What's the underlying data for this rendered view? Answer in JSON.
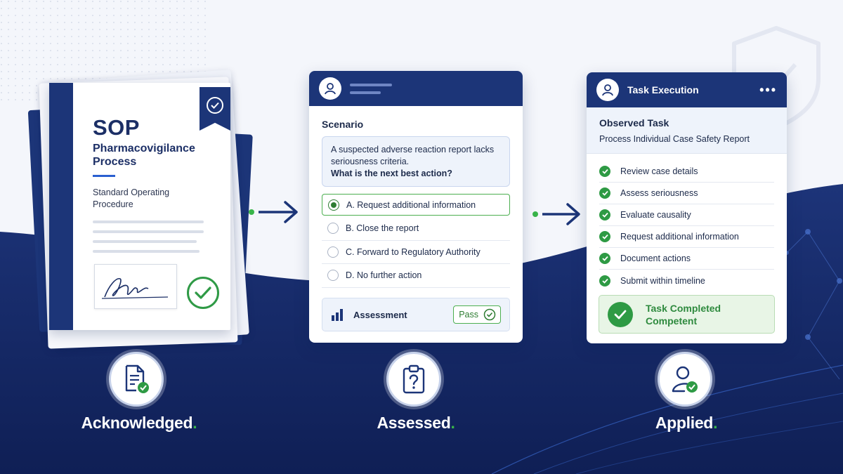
{
  "sop_document": {
    "title": "SOP",
    "subtitle": "Pharmacovigilance Process",
    "description": "Standard Operating Procedure"
  },
  "scenario_card": {
    "section_label": "Scenario",
    "scenario_text": "A suspected adverse reaction report lacks seriousness criteria.",
    "question": "What is the next best action?",
    "options": [
      {
        "label": "A. Request additional information",
        "selected": true
      },
      {
        "label": "B. Close the report",
        "selected": false
      },
      {
        "label": "C. Forward to Regulatory Authority",
        "selected": false
      },
      {
        "label": "D. No further action",
        "selected": false
      }
    ],
    "assessment_label": "Assessment",
    "result_badge": "Pass"
  },
  "task_card": {
    "header_title": "Task Execution",
    "observed_label": "Observed Task",
    "observed_value": "Process Individual Case Safety Report",
    "checklist": [
      "Review case details",
      "Assess seriousness",
      "Evaluate causality",
      "Request additional information",
      "Document actions",
      "Submit within timeline"
    ],
    "completion_line1": "Task Completed",
    "completion_line2": "Competent"
  },
  "steps": [
    {
      "label": "Acknowledged",
      "icon": "document-check-icon"
    },
    {
      "label": "Assessed",
      "icon": "clipboard-question-icon"
    },
    {
      "label": "Applied",
      "icon": "user-check-icon"
    }
  ],
  "colors": {
    "navy": "#1c3578",
    "green": "#2e9a44",
    "background": "#f4f6fb"
  }
}
